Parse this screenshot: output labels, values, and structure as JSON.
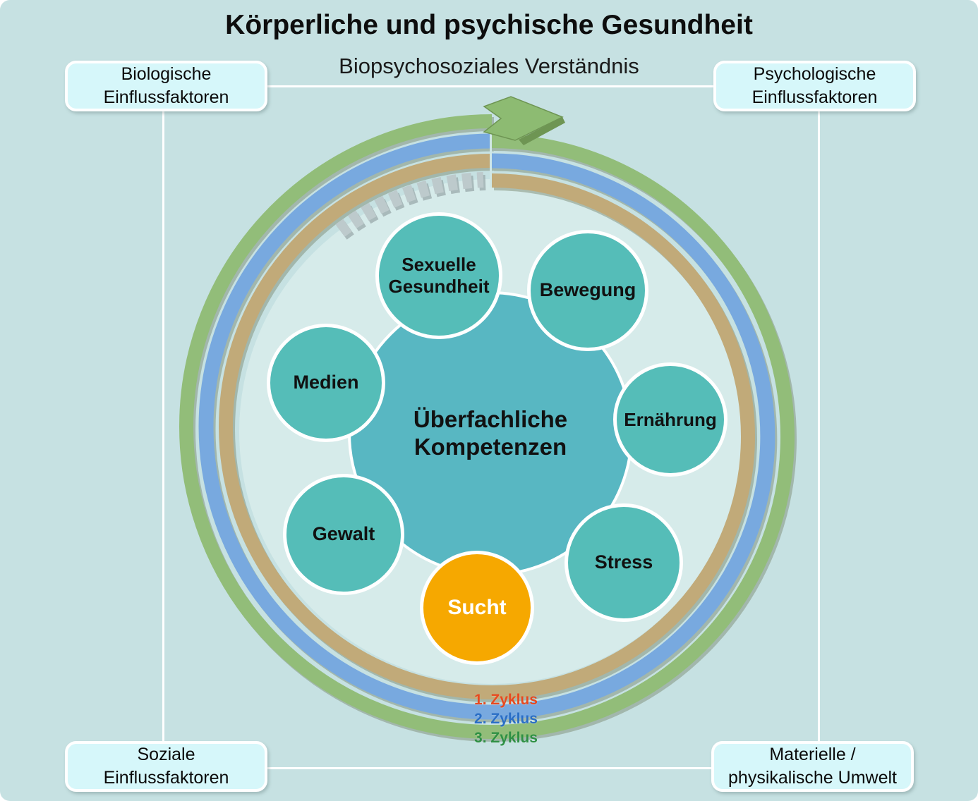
{
  "title": "Körperliche und psychische Gesundheit",
  "subtitle": "Biopsychosoziales Verständnis",
  "corner_boxes": {
    "top_left": {
      "line1": "Biologische",
      "line2": "Einflussfaktoren"
    },
    "top_right": {
      "line1": "Psychologische",
      "line2": "Einflussfaktoren"
    },
    "bottom_left": {
      "line1": "Soziale",
      "line2": "Einflussfaktoren"
    },
    "bottom_right": {
      "line1": "Materielle /",
      "line2": "physikalische Umwelt"
    }
  },
  "center_circle": {
    "line1": "Überfachliche",
    "line2": "Kompetenzen",
    "color": "#58b7c2"
  },
  "satellites": [
    {
      "label": "Sexuelle Gesundheit",
      "color": "#55bdb8",
      "text_color": "#111111"
    },
    {
      "label": "Bewegung",
      "color": "#55bdb8",
      "text_color": "#111111"
    },
    {
      "label": "Ernährung",
      "color": "#55bdb8",
      "text_color": "#111111"
    },
    {
      "label": "Stress",
      "color": "#55bdb8",
      "text_color": "#111111"
    },
    {
      "label": "Sucht",
      "color": "#f6a800",
      "text_color": "#ffffff"
    },
    {
      "label": "Gewalt",
      "color": "#55bdb8",
      "text_color": "#111111"
    },
    {
      "label": "Medien",
      "color": "#55bdb8",
      "text_color": "#111111"
    }
  ],
  "cycles": [
    {
      "label": "1. Zyklus",
      "color": "#e8491f",
      "ring_color": "#c1aa79"
    },
    {
      "label": "2. Zyklus",
      "color": "#2a6ec5",
      "ring_color": "#78a9df"
    },
    {
      "label": "3. Zyklus",
      "color": "#2e9044",
      "ring_color": "#92bd79"
    }
  ],
  "decor": {
    "background_color": "#c6e1e2",
    "inner_disc_color": "#d6ebea",
    "corner_box_color": "#d6f7fa",
    "arrow_color": "#8dbb72",
    "dash_color": "#bdcacc"
  }
}
